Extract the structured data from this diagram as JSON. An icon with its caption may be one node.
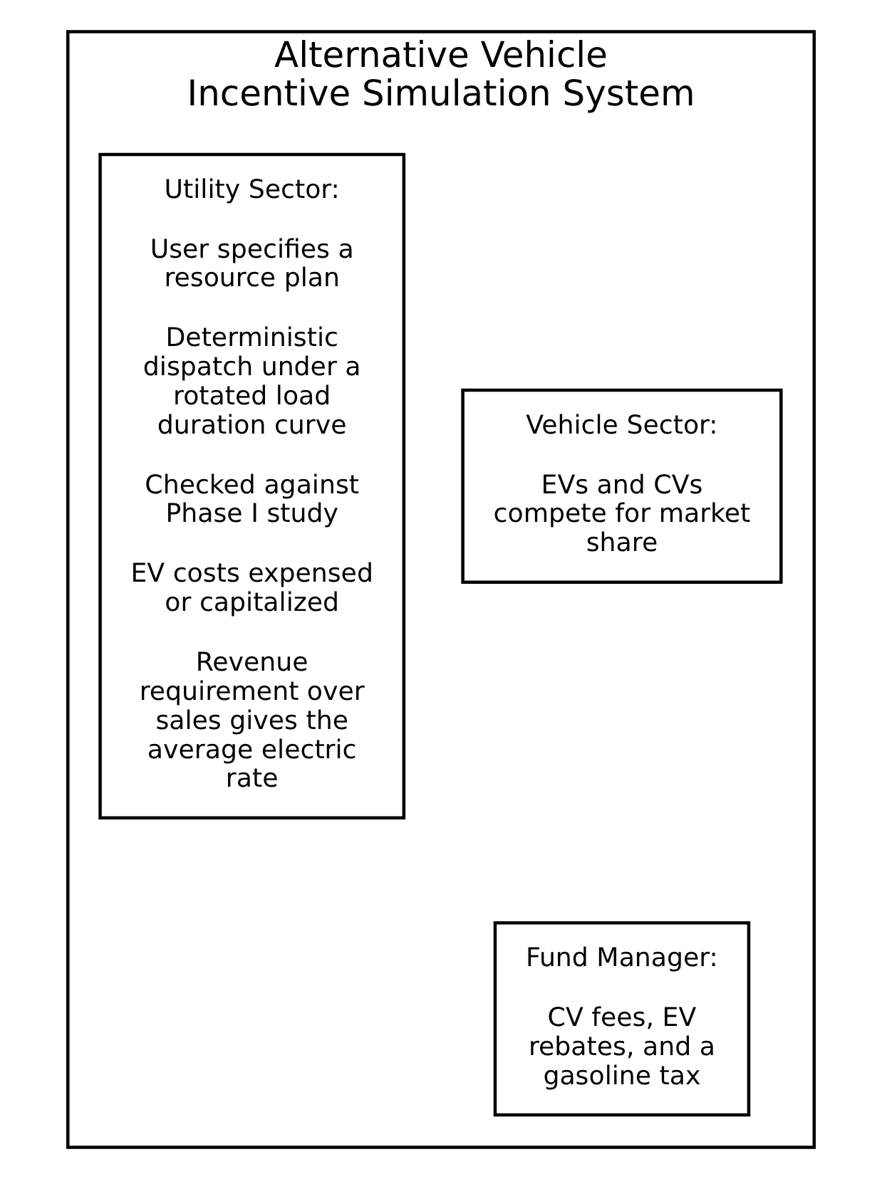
{
  "diagram": {
    "nodes": [
      {
        "text": [
          "Alternative Vehicle Incentive Simulation System"
        ]
      },
      {
        "text": [
          "Vehicle Sector:",
          "EVs and CVs compete for market share"
        ],
        "in": 0
      },
      {
        "text": [
          "Utility Sector:",
          "User specifies a resource plan",
          "Deterministic dispatch under a rotated load duration curve",
          "Checked against Phase I study",
          "EV costs expensed or capitalized",
          "Revenue requirement over sales gives the average electric rate"
        ],
        "in": 0
      },
      {
        "text": [
          "Fund Manager:",
          "CV fees, EV rebates, and a gasoline tax"
        ],
        "in": 0
      }
    ],
    "edges": []
  }
}
